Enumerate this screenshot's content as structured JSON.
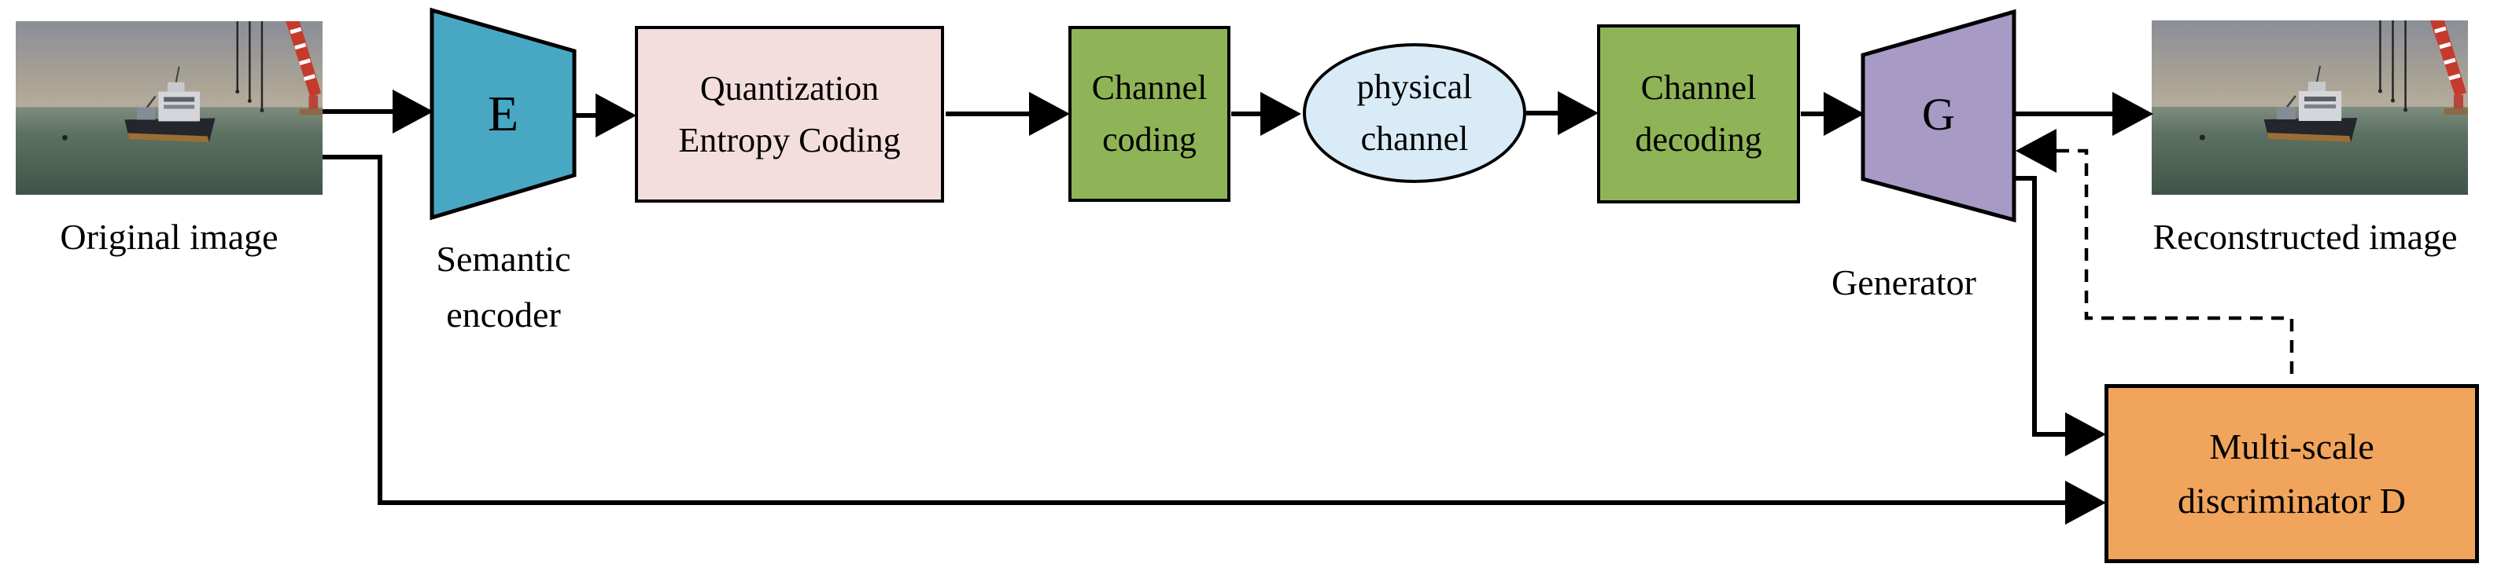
{
  "figure": {
    "colors": {
      "encoder_fill": "#48a8c3",
      "quantization_fill": "#f4dedd",
      "channel_fill": "#8fb457",
      "physical_channel_fill": "#d8ebf6",
      "generator_fill": "#a79ac5",
      "discriminator_fill": "#f1a45c",
      "line": "#000000"
    },
    "nodes": {
      "original_image": {
        "caption": "Original image"
      },
      "semantic_encoder": {
        "symbol": "E",
        "caption_line1": "Semantic",
        "caption_line2": "encoder"
      },
      "quantization_entropy_coding": {
        "line1": "Quantization",
        "line2": "Entropy Coding"
      },
      "channel_coding": {
        "line1": "Channel",
        "line2": "coding"
      },
      "physical_channel": {
        "line1": "physical",
        "line2": "channel"
      },
      "channel_decoding": {
        "line1": "Channel",
        "line2": "decoding"
      },
      "generator": {
        "symbol": "G",
        "caption": "Generator"
      },
      "reconstructed_image": {
        "caption": "Reconstructed image"
      },
      "discriminator": {
        "line1": "Multi-scale",
        "line2": "discriminator D"
      }
    }
  }
}
